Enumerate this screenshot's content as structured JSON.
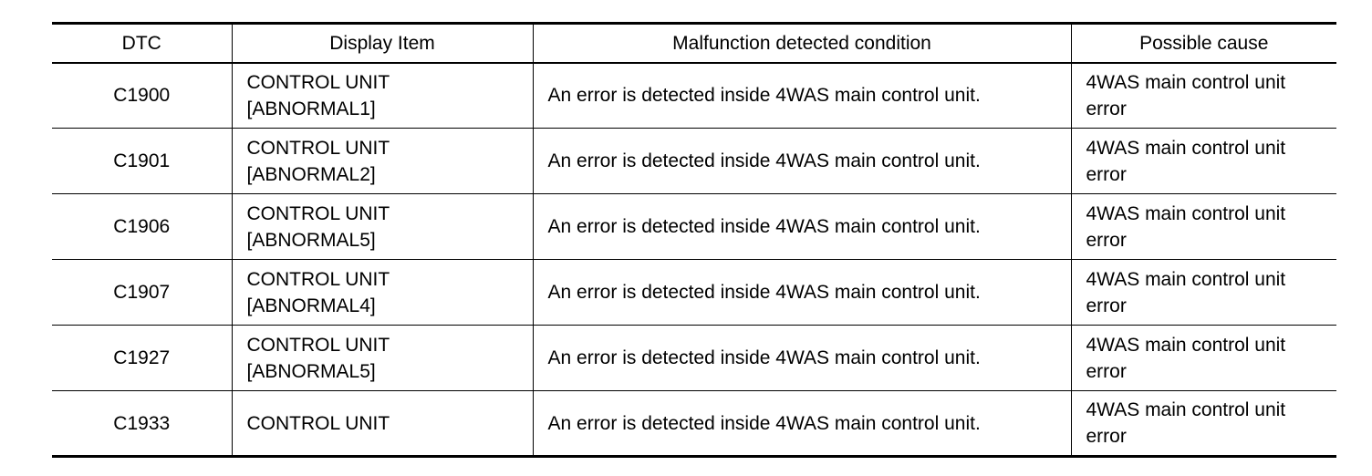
{
  "table": {
    "headers": {
      "dtc": "DTC",
      "display_item": "Display Item",
      "condition": "Malfunction detected condition",
      "cause": "Possible cause"
    },
    "rows": [
      {
        "dtc": "C1900",
        "display_item": [
          "CONTROL UNIT",
          "[ABNORMAL1]"
        ],
        "condition": "An error is detected inside 4WAS main control unit.",
        "cause": [
          "4WAS main control unit",
          "error"
        ]
      },
      {
        "dtc": "C1901",
        "display_item": [
          "CONTROL UNIT",
          "[ABNORMAL2]"
        ],
        "condition": "An error is detected inside 4WAS main control unit.",
        "cause": [
          "4WAS main control unit",
          "error"
        ]
      },
      {
        "dtc": "C1906",
        "display_item": [
          "CONTROL UNIT",
          "[ABNORMAL5]"
        ],
        "condition": "An error is detected inside 4WAS main control unit.",
        "cause": [
          "4WAS main control unit",
          "error"
        ]
      },
      {
        "dtc": "C1907",
        "display_item": [
          "CONTROL UNIT",
          "[ABNORMAL4]"
        ],
        "condition": "An error is detected inside 4WAS main control unit.",
        "cause": [
          "4WAS main control unit",
          "error"
        ]
      },
      {
        "dtc": "C1927",
        "display_item": [
          "CONTROL UNIT",
          "[ABNORMAL5]"
        ],
        "condition": "An error is detected inside 4WAS main control unit.",
        "cause": [
          "4WAS main control unit",
          "error"
        ]
      },
      {
        "dtc": "C1933",
        "display_item": [
          "CONTROL UNIT"
        ],
        "condition": "An error is detected inside 4WAS main control unit.",
        "cause": [
          "4WAS main control unit",
          "error"
        ]
      }
    ]
  }
}
